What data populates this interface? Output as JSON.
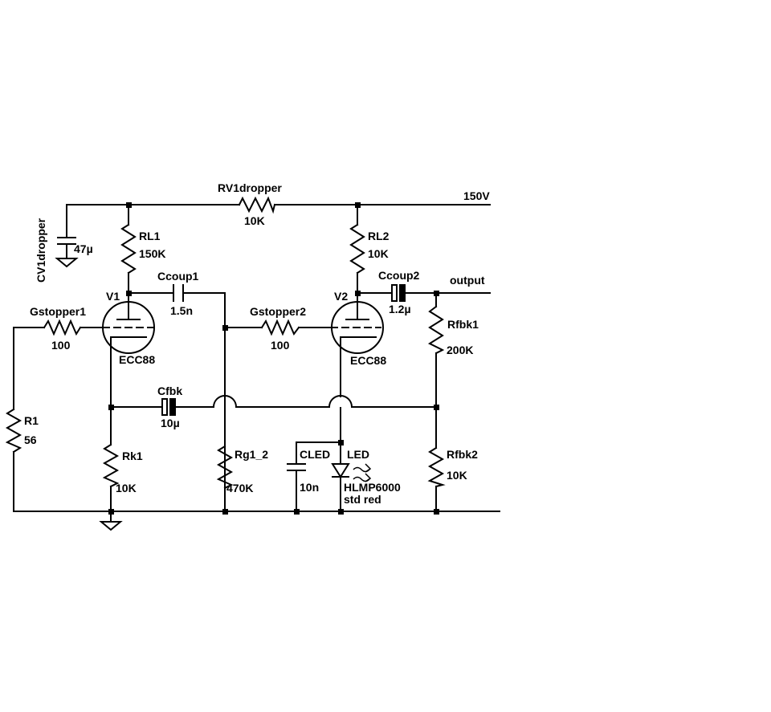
{
  "supply": {
    "label": "150V"
  },
  "output": {
    "label": "output"
  },
  "components": {
    "rv1dropper": {
      "name": "RV1dropper",
      "value": "10K"
    },
    "cv1dropper": {
      "name": "CV1dropper",
      "value": "47µ"
    },
    "rl1": {
      "name": "RL1",
      "value": "150K"
    },
    "rl2": {
      "name": "RL2",
      "value": "10K"
    },
    "v1": {
      "name": "V1",
      "value": "ECC88"
    },
    "v2": {
      "name": "V2",
      "value": "ECC88"
    },
    "ccoup1": {
      "name": "Ccoup1",
      "value": "1.5n"
    },
    "ccoup2": {
      "name": "Ccoup2",
      "value": "1.2µ"
    },
    "gstopper1": {
      "name": "Gstopper1",
      "value": "100"
    },
    "gstopper2": {
      "name": "Gstopper2",
      "value": "100"
    },
    "r1": {
      "name": "R1",
      "value": "56"
    },
    "cfbk": {
      "name": "Cfbk",
      "value": "10µ"
    },
    "rk1": {
      "name": "Rk1",
      "value": "10K"
    },
    "rg1_2": {
      "name": "Rg1_2",
      "value": "470K"
    },
    "cled": {
      "name": "CLED",
      "value": "10n"
    },
    "led": {
      "name": "LED",
      "value": "HLMP6000",
      "value2": "std red"
    },
    "rfbk1": {
      "name": "Rfbk1",
      "value": "200K"
    },
    "rfbk2": {
      "name": "Rfbk2",
      "value": "10K"
    }
  }
}
